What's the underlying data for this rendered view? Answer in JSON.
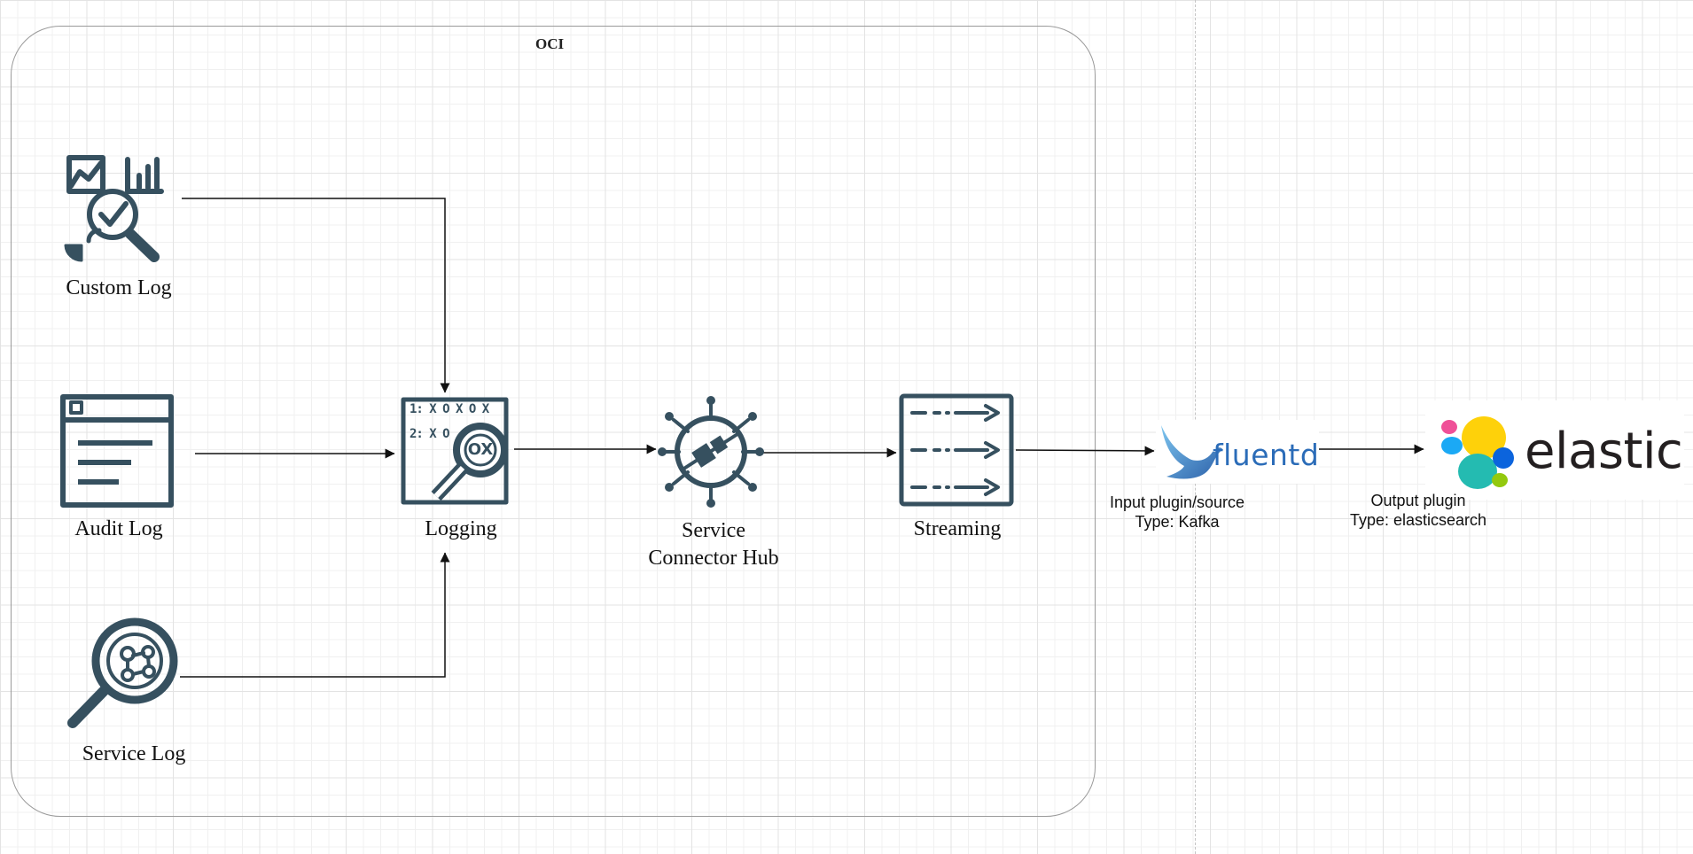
{
  "diagram": {
    "container_label": "OCI",
    "nodes": {
      "custom_log": "Custom Log",
      "audit_log": "Audit Log",
      "service_log": "Service Log",
      "logging": "Logging",
      "service_connector_hub_line1": "Service",
      "service_connector_hub_line2": "Connector Hub",
      "streaming": "Streaming",
      "fluentd_logo": "fluentd",
      "elastic_logo": "elastic"
    },
    "notes": {
      "fluentd_line1": "Input plugin/source",
      "fluentd_line2": "Type: Kafka",
      "elastic_line1": "Output plugin",
      "elastic_line2": "Type: elasticsearch"
    },
    "logging_icon_text": {
      "row1": "1: X O X O X",
      "row2": "2: X O",
      "lens": "OX"
    },
    "colors": {
      "icon": "#36505f",
      "edge": "#111111",
      "fluentd_blue": "#2b6cb8",
      "elastic_text": "#231f20",
      "elastic_yellow": "#fed10a",
      "elastic_teal": "#24bbb1",
      "elastic_pink": "#ef5098",
      "elastic_blue": "#1ba9f5",
      "elastic_navy": "#0b64dd",
      "elastic_green": "#93c90e"
    }
  }
}
